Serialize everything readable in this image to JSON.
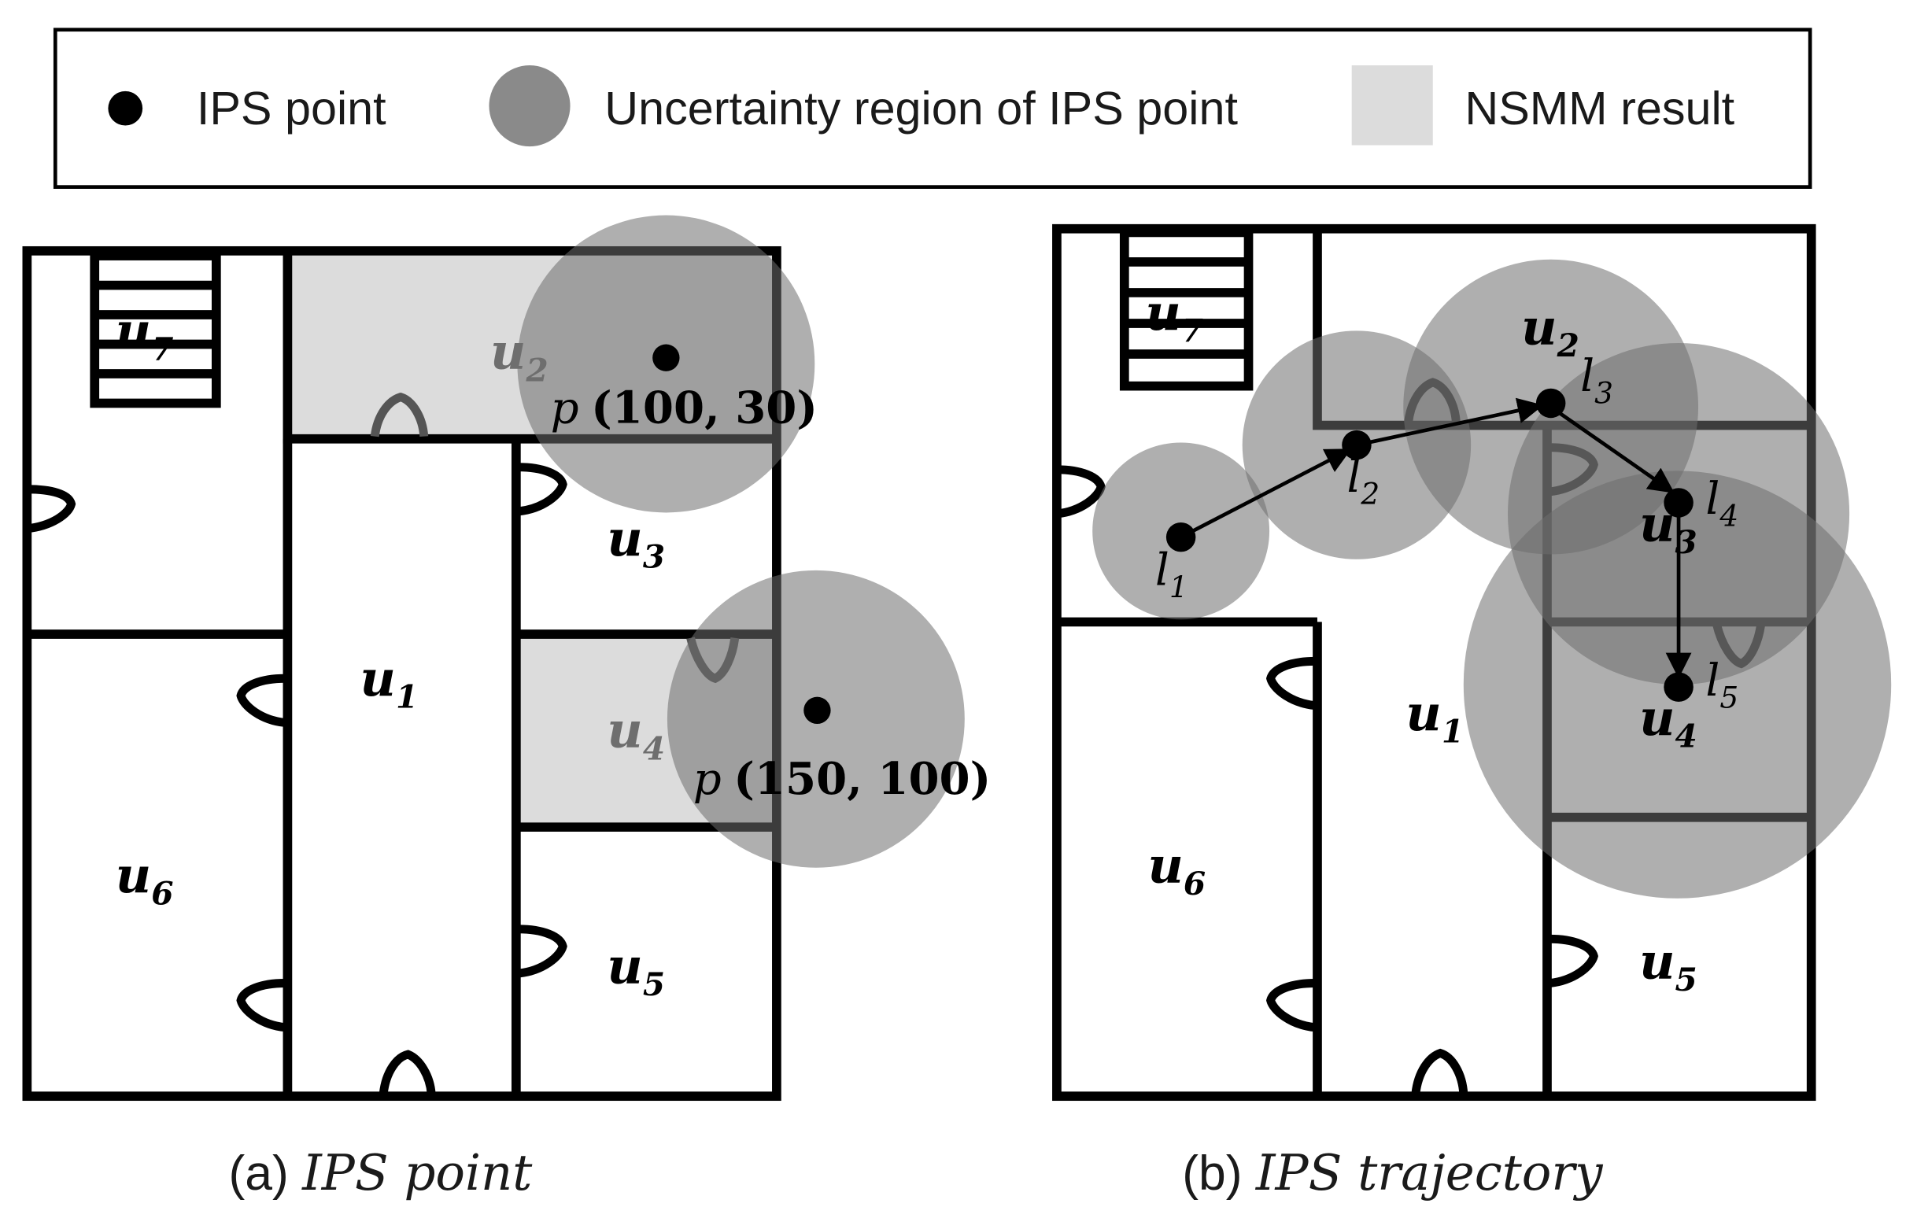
{
  "legend": {
    "ips_point": "IPS point",
    "uncertainty": "Uncertainty region of IPS point",
    "nsmm": "NSMM result"
  },
  "colors": {
    "wall": "#000000",
    "ips_point": "#000000",
    "uncertainty_fill": "#7a7a7a",
    "nsmm_fill": "#dcdcdc",
    "faded_label": "#6e6e6e"
  },
  "panel_a": {
    "caption_prefix": "(a) ",
    "caption_italic": "IPS point",
    "rooms": {
      "u1": {
        "base": "u",
        "sub": "1"
      },
      "u2": {
        "base": "u",
        "sub": "2"
      },
      "u3": {
        "base": "u",
        "sub": "3"
      },
      "u4": {
        "base": "u",
        "sub": "4"
      },
      "u5": {
        "base": "u",
        "sub": "5"
      },
      "u6": {
        "base": "u",
        "sub": "6"
      },
      "u7": {
        "base": "u",
        "sub": "7"
      }
    },
    "points": [
      {
        "name": "p",
        "coords": "(100, 30)"
      },
      {
        "name": "p",
        "coords": "(150, 100)"
      }
    ]
  },
  "panel_b": {
    "caption_prefix": "(b) ",
    "caption_italic": "IPS trajectory",
    "rooms": {
      "u1": {
        "base": "u",
        "sub": "1"
      },
      "u2": {
        "base": "u",
        "sub": "2"
      },
      "u3": {
        "base": "u",
        "sub": "3"
      },
      "u4": {
        "base": "u",
        "sub": "4"
      },
      "u5": {
        "base": "u",
        "sub": "5"
      },
      "u6": {
        "base": "u",
        "sub": "6"
      },
      "u7": {
        "base": "u",
        "sub": "7"
      }
    },
    "trajectory": [
      {
        "base": "l",
        "sub": "1"
      },
      {
        "base": "l",
        "sub": "2"
      },
      {
        "base": "l",
        "sub": "3"
      },
      {
        "base": "l",
        "sub": "4"
      },
      {
        "base": "l",
        "sub": "5"
      }
    ]
  }
}
